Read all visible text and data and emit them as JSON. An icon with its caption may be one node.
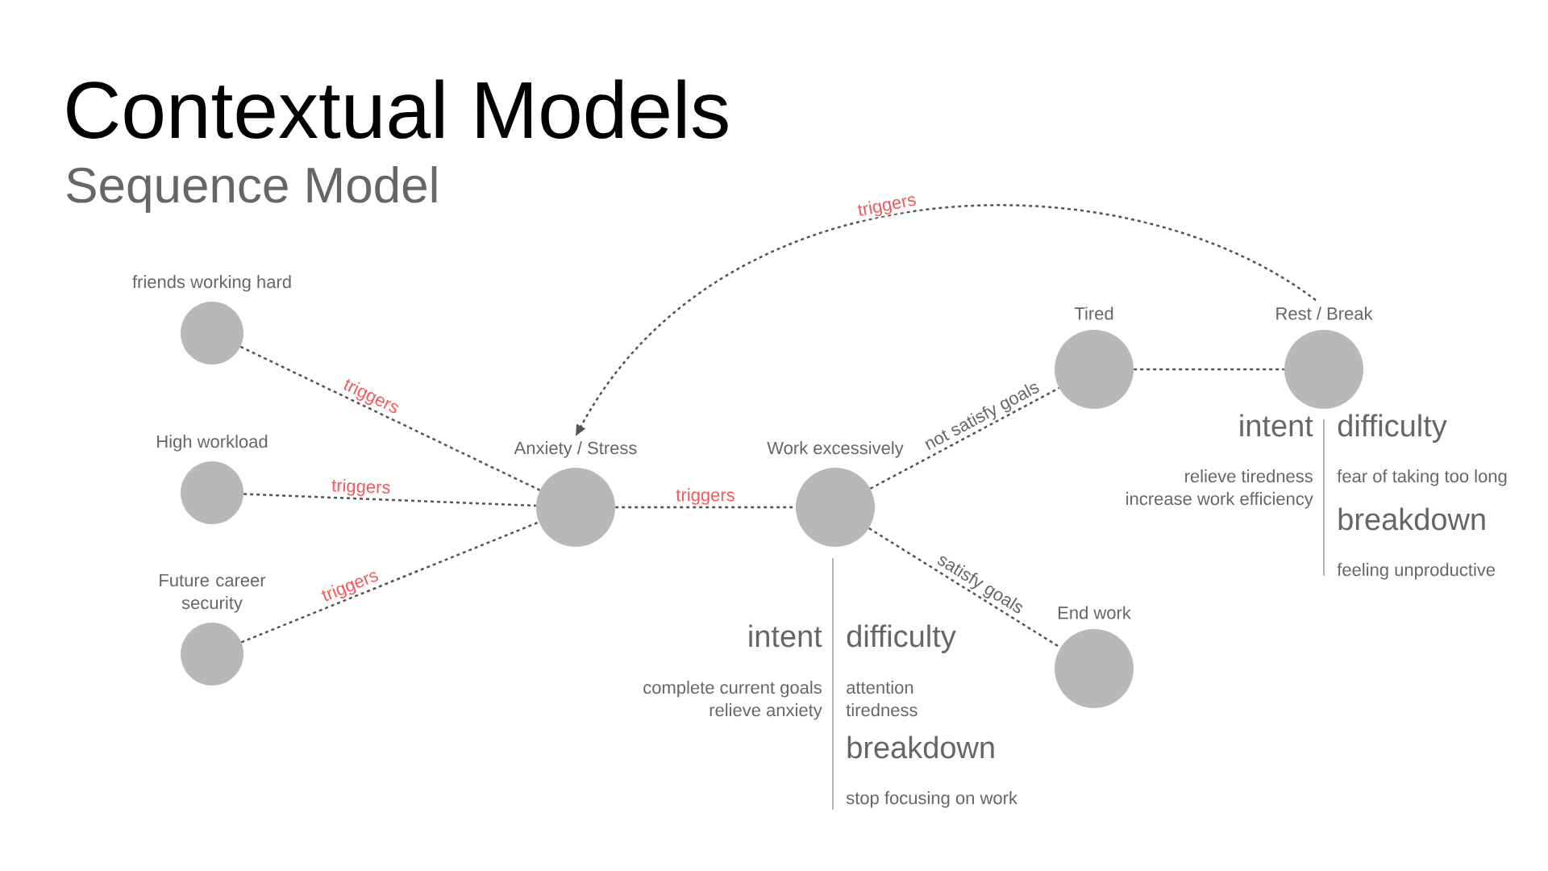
{
  "diagram": {
    "title": "Contextual Models",
    "nodes": [
      {
        "text": [
          "friends working hard"
        ]
      },
      {
        "text": [
          "High workload"
        ]
      },
      {
        "text": [
          "Future career security"
        ]
      },
      {
        "text": [
          "Anxiety / Stress"
        ]
      },
      {
        "text": [
          "Work excessively"
        ]
      },
      {
        "text": [
          "Tired"
        ]
      },
      {
        "text": [
          "Rest / Break"
        ]
      },
      {
        "text": [
          "End work"
        ]
      }
    ],
    "edges": [
      {
        "from": 0,
        "to": 3,
        "arrow": "none",
        "label": "triggers"
      },
      {
        "from": 1,
        "to": 3,
        "arrow": "none",
        "label": "triggers"
      },
      {
        "from": 2,
        "to": 3,
        "arrow": "none",
        "label": "triggers"
      },
      {
        "from": 3,
        "to": 4,
        "arrow": "none",
        "label": "triggers"
      },
      {
        "from": 4,
        "to": 5,
        "arrow": "none",
        "label": "not satisfy goals"
      },
      {
        "from": 4,
        "to": 7,
        "arrow": "none",
        "label": "satisfy goals"
      },
      {
        "from": 5,
        "to": 6,
        "arrow": "none"
      },
      {
        "from": 6,
        "to": 3,
        "arrow": "to",
        "label": "triggers"
      }
    ],
    "labels": [
      "Sequence Model",
      "intent",
      "difficulty",
      "relieve tiredness",
      "fear of taking too long",
      "increase work efficiency",
      "breakdown",
      "feeling unproductive",
      "intent",
      "difficulty",
      "complete current goals",
      "attention",
      "relieve anxiety",
      "tiredness",
      "breakdown",
      "stop focusing on work"
    ]
  }
}
